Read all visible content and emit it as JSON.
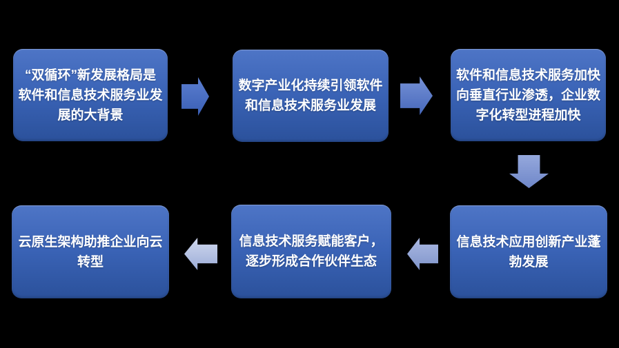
{
  "theme": {
    "background": "#000000",
    "box_gradient_top": "#4e75c6",
    "box_gradient_mid": "#3a63b6",
    "box_gradient_bottom": "#2b519b",
    "box_text_color": "#ffffff"
  },
  "boxes": [
    {
      "id": "box-1",
      "text": "“双循环”新发展格局是\n软件和信息技术服务业发\n展的大背景"
    },
    {
      "id": "box-2",
      "text": "数字产业化持续引领软件\n和信息技术服务业发展"
    },
    {
      "id": "box-3",
      "text": "软件和信息技术服务加快\n向垂直行业渗透，企业数\n字化转型进程加快"
    },
    {
      "id": "box-4",
      "text": "信息技术应用创新产业蓬\n勃发展"
    },
    {
      "id": "box-5",
      "text": "信息技术服务赋能客户，\n逐步形成合作伙伴生态"
    },
    {
      "id": "box-6",
      "text": "云原生架构助推企业向云\n转型"
    }
  ],
  "arrows": [
    {
      "id": "arrow-1",
      "direction": "right",
      "from": "box-1",
      "to": "box-2",
      "color_top": "#5b7ecf",
      "color_bottom": "#3a5fb5"
    },
    {
      "id": "arrow-2",
      "direction": "right",
      "from": "box-2",
      "to": "box-3",
      "color_top": "#7691d6",
      "color_bottom": "#4668bb"
    },
    {
      "id": "arrow-3",
      "direction": "down",
      "from": "box-3",
      "to": "box-4",
      "color_top": "#95a8dc",
      "color_bottom": "#6f87c9"
    },
    {
      "id": "arrow-4",
      "direction": "left",
      "from": "box-4",
      "to": "box-5",
      "color_top": "#aab8e2",
      "color_bottom": "#8095cb"
    },
    {
      "id": "arrow-5",
      "direction": "left",
      "from": "box-5",
      "to": "box-6",
      "color_top": "#d0d8ee",
      "color_bottom": "#9cadd8"
    }
  ]
}
